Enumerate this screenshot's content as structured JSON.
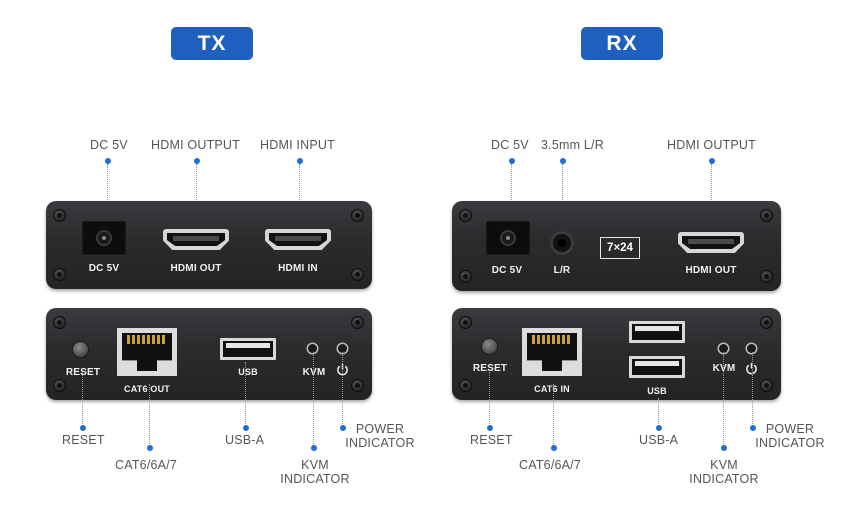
{
  "tx": {
    "badge": "TX",
    "top_callouts": {
      "dc": "DC 5V",
      "hdmi_out": "HDMI OUTPUT",
      "hdmi_in": "HDMI INPUT"
    },
    "front_labels": {
      "dc": "DC 5V",
      "hdmi_out": "HDMI OUT",
      "hdmi_in": "HDMI IN"
    },
    "back_labels": {
      "reset": "RESET",
      "cat": "CAT6 OUT",
      "usb": "USB",
      "kvm": "KVM"
    },
    "bottom_callouts": {
      "reset": "RESET",
      "cat": "CAT6/6A/7",
      "usb": "USB-A",
      "kvm_1": "KVM",
      "kvm_2": "INDICATOR",
      "power_1": "POWER",
      "power_2": "INDICATOR"
    }
  },
  "rx": {
    "badge": "RX",
    "top_callouts": {
      "dc": "DC 5V",
      "audio": "3.5mm L/R",
      "hdmi_out": "HDMI OUTPUT"
    },
    "front_labels": {
      "dc": "DC 5V",
      "audio": "L/R",
      "service": "7×24",
      "hdmi_out": "HDMI OUT"
    },
    "back_labels": {
      "reset": "RESET",
      "cat": "CAT6 IN",
      "usb": "USB",
      "kvm": "KVM"
    },
    "bottom_callouts": {
      "reset": "RESET",
      "cat": "CAT6/6A/7",
      "usb": "USB-A",
      "kvm_1": "KVM",
      "kvm_2": "INDICATOR",
      "power_1": "POWER",
      "power_2": "INDICATOR"
    }
  },
  "colors": {
    "accent": "#1f5fbf",
    "dot": "#1f6fd0",
    "panel": "#2a2b2d"
  },
  "icons": {
    "power_indicator": "power-icon",
    "led": "led-icon"
  }
}
